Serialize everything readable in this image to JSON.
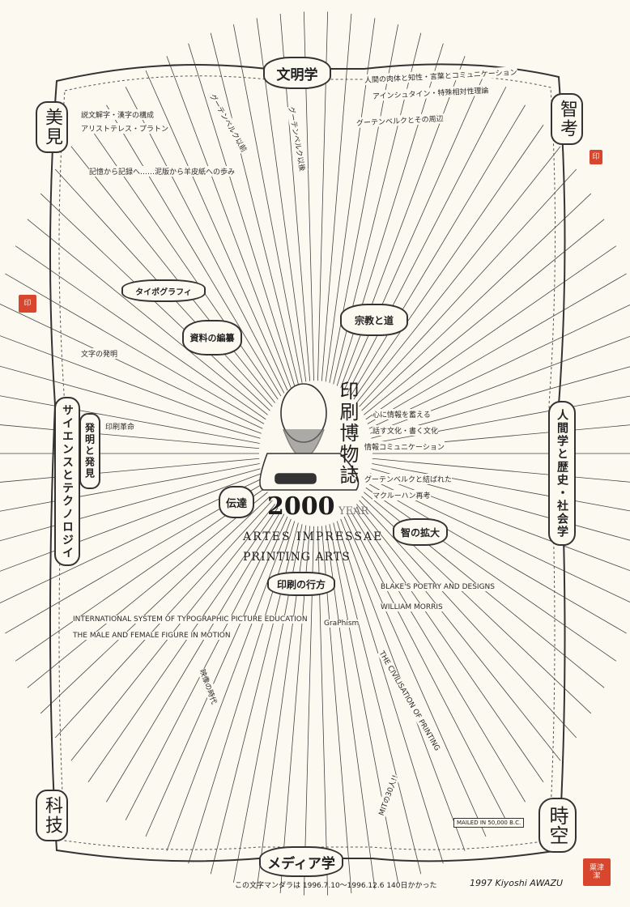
{
  "title": "印刷博物誌",
  "center": {
    "year_number": "2000",
    "year_word": "YEAR",
    "latin": "ARTES IMPRESSAE",
    "english": "PRINTING ARTS"
  },
  "sections": {
    "top": "文明学",
    "bottom": "メディア学",
    "left": "サイエンスとテクノロジイ",
    "left_sub": "発明と発見",
    "right": "人間学と歴史・社会学",
    "corner_tl": "美見",
    "corner_tr": "智考",
    "corner_bl": "科技",
    "corner_br": "時空"
  },
  "bubbles": [
    "伝達",
    "智の拡大",
    "印刷の行方",
    "宗教と道",
    "資料の編纂",
    "タイポグラフィ"
  ],
  "items": [
    "記憶から記録へ……泥版から羊皮紙への歩み",
    "説文解字・漢字の構成",
    "アリストテレス・プラトン",
    "グーテンベルク以前",
    "グーテンベルク以後",
    "人間の肉体と知性・言葉とコミュニケーション",
    "アインシュタイン・特殊相対性理論",
    "グーテンベルクとその周辺",
    "文字の発明",
    "心に情報を蓄える",
    "話す文化・書く文化",
    "情報コミュニケーション",
    "グーテンベルクと結ばれた",
    "マクルーハン再考",
    "INTERNATIONAL SYSTEM OF TYPOGRAPHIC PICTURE EDUCATION",
    "THE MALE AND FEMALE FIGURE IN MOTION",
    "BLAKE'S POETRY AND DESIGNS",
    "WILLIAM MORRIS",
    "THE CIVILISATION OF PRINTING",
    "GraPhism",
    "MITの30人!!",
    "映像の時代",
    "印刷革命"
  ],
  "stamp": "MAILED IN 50,000 B.C.",
  "footer_note": "この文字マンダラは 1996.7.10〜1996.12.6 140日かかった",
  "signature": "1997 Kiyoshi AWAZU",
  "seal_text": "粟津潔",
  "colors": {
    "paper": "#fbf9f0",
    "ink": "#222222",
    "seal": "#d8462d"
  }
}
